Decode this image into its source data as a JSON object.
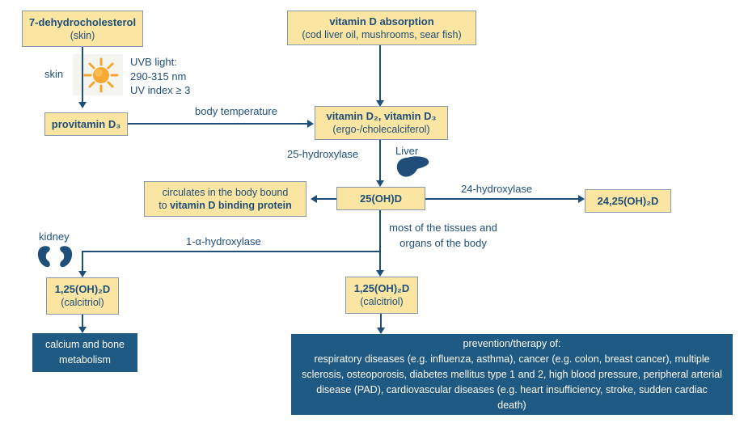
{
  "colors": {
    "navy": "#1f4e79",
    "box_fill": "#fbe5a2",
    "box_border": "#8799ad",
    "dark_box": "#1f5a84",
    "sun_orange": "#f5a62b"
  },
  "nodes": {
    "dhc": {
      "title": "7-dehydrocholesterol",
      "subtitle": "(skin)"
    },
    "absorption": {
      "title": "vitamin D absorption",
      "subtitle": "(cod liver oil, mushrooms, sear fish)"
    },
    "provitamin": {
      "title": "provitamin D₃"
    },
    "vitd23": {
      "title": "vitamin D₂, vitamin D₃",
      "subtitle": "(ergo-/cholecalciferol)"
    },
    "circulates": {
      "line1": "circulates in the body bound",
      "line2_prefix": "to ",
      "line2_bold": "vitamin D binding protein"
    },
    "oh25": {
      "title": "25(OH)D"
    },
    "oh2425": {
      "title": "24,25(OH)₂D"
    },
    "calcitriol_left": {
      "title": "1,25(OH)₂D",
      "subtitle": "(calcitriol)"
    },
    "calcitriol_center": {
      "title": "1,25(OH)₂D",
      "subtitle": "(calcitriol)"
    },
    "calcium": {
      "text": "calcium and bone metabolism"
    },
    "prevention": {
      "heading": "prevention/therapy of:",
      "body": "respiratory diseases (e.g. influenza, asthma), cancer (e.g. colon, breast cancer), multiple sclerosis, osteoporosis, diabetes mellitus type 1 and 2, high blood pressure, peripheral arterial disease (PAD), cardiovascular diseases (e.g. heart insufficiency, stroke, sudden cardiac death)"
    }
  },
  "labels": {
    "skin": "skin",
    "uvb_line1": "UVB light:",
    "uvb_line2": "290-315 nm",
    "uvb_line3": "UV index ≥ 3",
    "body_temperature": "body temperature",
    "hydroxylase25": "25-hydroxylase",
    "liver": "Liver",
    "hydroxylase24": "24-hydroxylase",
    "kidney": "kidney",
    "hydroxylase1a": "1-α-hydroxylase",
    "tissues": "most of the tissues and organs of the body"
  },
  "icons": {
    "sun": "sun-icon",
    "liver": "liver-icon",
    "kidneys": "kidneys-icon"
  }
}
